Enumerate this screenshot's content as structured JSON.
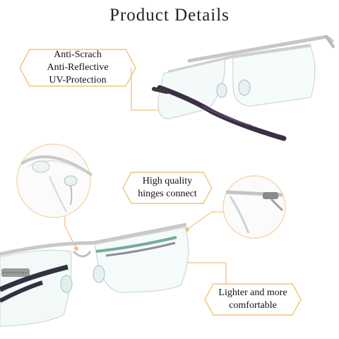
{
  "page": {
    "title": "Product Details"
  },
  "callouts": {
    "coatings": {
      "lines": [
        "Anti-Scrach",
        "Anti-Reflective",
        "UV-Protection"
      ]
    },
    "hinges": {
      "lines": [
        "High quality",
        "hinges connect"
      ]
    },
    "weight": {
      "lines": [
        "Lighter and more",
        "comfortable"
      ]
    }
  },
  "colors": {
    "accent": "#f4c27c",
    "frame_silver": "#c9c9c9",
    "temple_dark": "#3a2f45",
    "text": "#111111"
  }
}
